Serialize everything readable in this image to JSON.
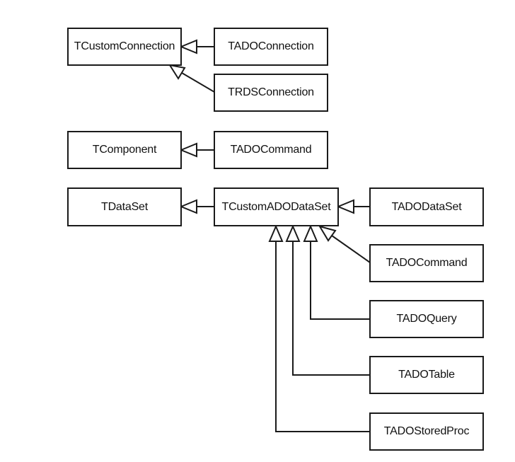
{
  "colors": {
    "line": "#1a1a1a",
    "box_fill": "#ffffff",
    "text": "#111111"
  },
  "classes": {
    "tcustomconnection": "TCustomConnection",
    "tadoconnection": "TADOConnection",
    "trdsconnection": "TRDSConnection",
    "tcomponent": "TComponent",
    "tadocommand_top": "TADOCommand",
    "tdataset": "TDataSet",
    "tcustomadodataset": "TCustomADODataSet",
    "tadodataset": "TADODataSet",
    "tadocommand_bottom": "TADOCommand",
    "tadoquery": "TADOQuery",
    "tadotable": "TADOTable",
    "tadostoredproc": "TADOStoredProc"
  }
}
